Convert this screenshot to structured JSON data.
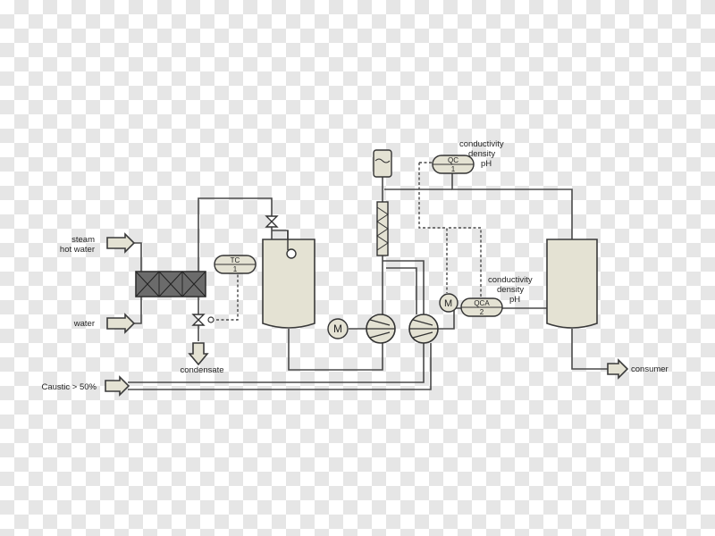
{
  "labels": {
    "steam": "steam",
    "hot_water": "hot water",
    "water": "water",
    "condensate": "condensate",
    "caustic": "Caustic > 50%",
    "consumer": "consumer",
    "qc_measure_1": "conductivity",
    "qc_measure_2": "density",
    "qc_measure_3": "pH",
    "qca_measure_1": "conductivity",
    "qca_measure_2": "density",
    "qca_measure_3": "pH"
  },
  "instruments": {
    "tc": {
      "name": "TC",
      "number": "1"
    },
    "qc": {
      "name": "QC",
      "number": "1"
    },
    "qca": {
      "name": "QCA",
      "number": "2"
    }
  },
  "motors": {
    "motor_label": "M"
  },
  "colors": {
    "equipment_fill": "#e4e2d3",
    "line": "#4a4a4a",
    "heat_exchanger": "#6b6b6b"
  }
}
